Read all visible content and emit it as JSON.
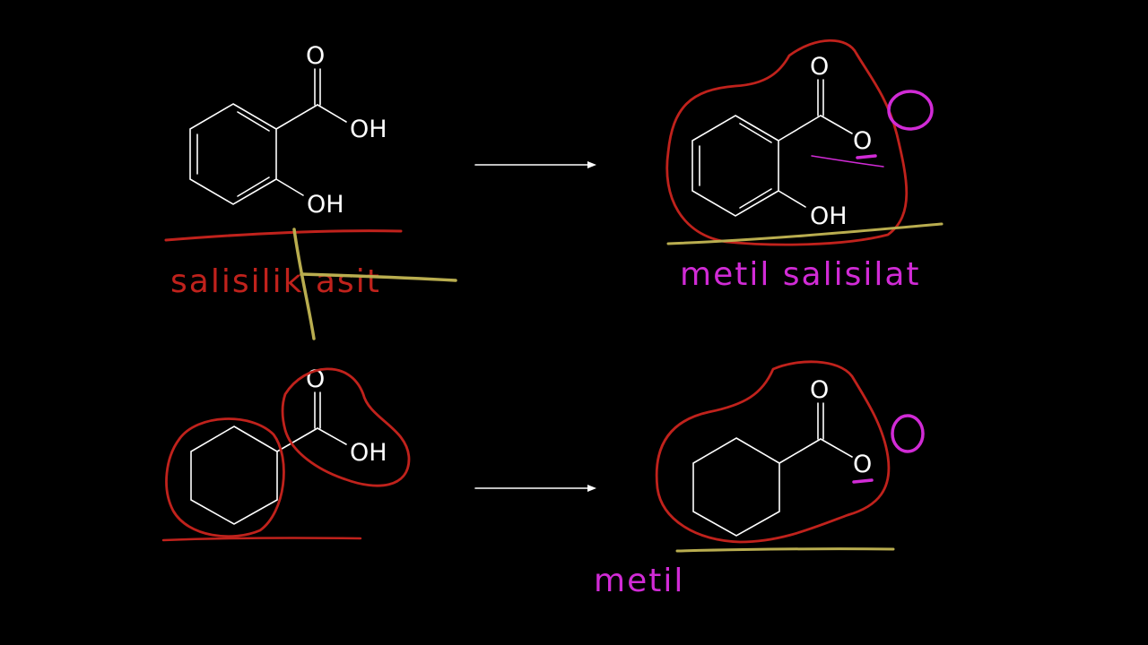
{
  "colors": {
    "background": "#000000",
    "structure": "#ffffff",
    "ink_red": "#c0221c",
    "ink_magenta": "#d12bd6",
    "ink_yellow": "#b9ad4f"
  },
  "reaction1": {
    "reactant": {
      "carbonyl_o": "O",
      "acid_oh": "OH",
      "ring_oh": "OH"
    },
    "product": {
      "carbonyl_o": "O",
      "ester_o": "O",
      "ring_oh": "OH"
    },
    "reactant_label": "salisilik asit",
    "product_label": "metil salisilat"
  },
  "reaction2": {
    "reactant": {
      "carbonyl_o": "O",
      "acid_oh": "OH"
    },
    "product": {
      "carbonyl_o": "O",
      "ester_o": "O"
    },
    "product_label": "metil"
  }
}
